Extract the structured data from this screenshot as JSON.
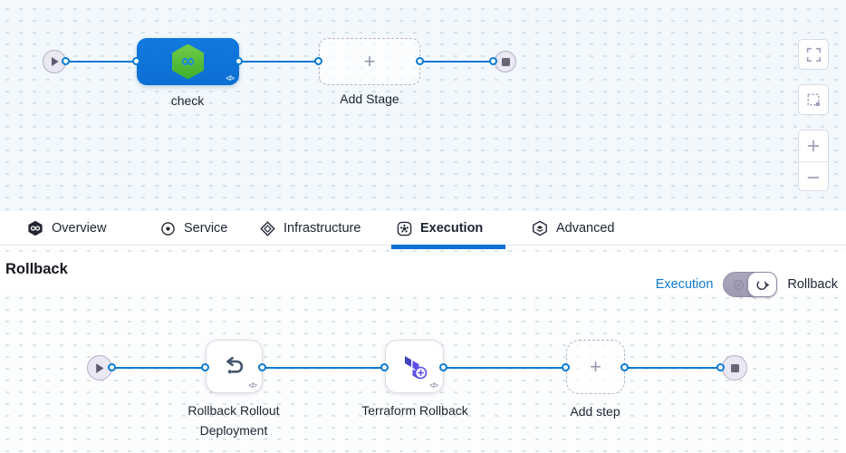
{
  "stage_canvas": {
    "stage_label": "check",
    "add_stage_label": "Add Stage",
    "code_glyph": "</>",
    "infinity_glyph": "∞",
    "controls": [
      "fit-view",
      "marquee-select",
      "zoom-in",
      "zoom-out"
    ]
  },
  "tabs": [
    {
      "label": "Overview",
      "icon": "harness-hexagon-icon",
      "active": false
    },
    {
      "label": "Service",
      "icon": "target-icon",
      "active": false
    },
    {
      "label": "Infrastructure",
      "icon": "diamond-layers-icon",
      "active": false
    },
    {
      "label": "Execution",
      "icon": "gear-square-icon",
      "active": true
    },
    {
      "label": "Advanced",
      "icon": "hexagon-layers-icon",
      "active": false
    }
  ],
  "rollback_panel": {
    "title": "Rollback",
    "execution_link": "Execution",
    "rollback_label": "Rollback",
    "toggle_state": "rollback"
  },
  "execution_canvas": {
    "steps": [
      {
        "label": "Rollback Rollout Deployment",
        "icon": "rollback-arrow-icon"
      },
      {
        "label": "Terraform Rollback",
        "icon": "terraform-icon"
      }
    ],
    "add_step_label": "Add step",
    "code_glyph": "</>"
  },
  "colors": {
    "accent_blue": "#0b7ad1",
    "stage_blue": "#0d74da",
    "harness_green": "#42b02a",
    "terraform_purple": "#5c4ee5"
  }
}
